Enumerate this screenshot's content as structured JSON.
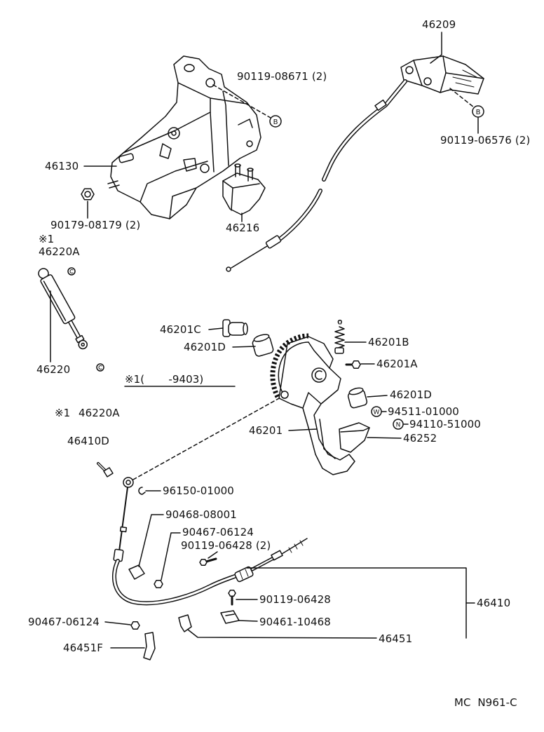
{
  "diagram": {
    "callouts": {
      "cable_46209": "46209",
      "bolt_90119_08671": "90119-08671 (2)",
      "bolt_90119_06576": "90119-06576 (2)",
      "bracket_46130": "46130",
      "nut_90179_08179": "90179-08179 (2)",
      "cover_46216": "46216",
      "damper_46220": "46220",
      "damper_top_part": "46220A",
      "damper_bottom_part": "46220A",
      "bushing_46201C": "46201C",
      "collar_46201D_left": "46201D",
      "spring_46201B": "46201B",
      "bolt_46201A": "46201A",
      "collar_46201D_right": "46201D",
      "washer_94511_01000": "94511-01000",
      "nut_94110_51000": "94110-51000",
      "pedal_46201": "46201",
      "pad_46252": "46252",
      "bolt_46410D": "46410D",
      "clip_96150_01000": "96150-01000",
      "clip_90468_08001": "90468-08001",
      "nut_90467_06124_mid": "90467-06124",
      "bolt_90119_06428_pair": "90119-06428 (2)",
      "bolt_90119_06428": "90119-06428",
      "cable_46410": "46410",
      "nut_90467_06124_left": "90467-06124",
      "clamp_90461_10468": "90461-10468",
      "bracket_46451": "46451",
      "bracket_46451F": "46451F"
    },
    "markers": {
      "top_note_mark": "※1",
      "bottom_note_mark": "※1",
      "bolt_ref_b_1": "B",
      "bolt_ref_b_2": "B",
      "washer_symbol": "W",
      "nut_symbol": "N"
    },
    "production_note": "※1(       -9403)",
    "footer_code": "MC  N961-C"
  }
}
